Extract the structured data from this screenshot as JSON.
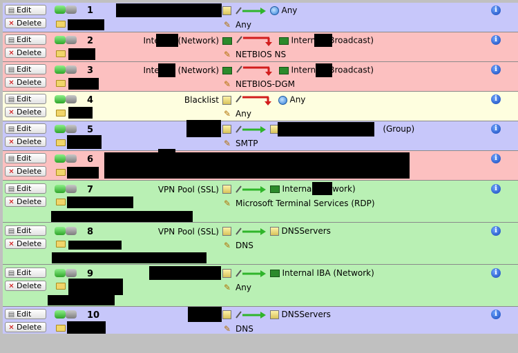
{
  "buttons": {
    "edit": "Edit",
    "delete": "Delete",
    "info": "i"
  },
  "icons": {
    "edit": "notepad-icon",
    "delete": "red-x-icon",
    "status": "toggle-icon",
    "group": "folder-icon",
    "service": "wrench-icon",
    "info": "info-icon",
    "host": "host-icon",
    "network": "network-icon",
    "any": "globe-icon"
  },
  "colors": {
    "allow": "#c7c7fa",
    "block": "#fcc0c0",
    "warn": "#fefedf",
    "vpn": "#b9f0b4",
    "arrow_allow": "#2fb52a",
    "arrow_block": "#d21d1d"
  },
  "rules": [
    {
      "num": "1",
      "source": "",
      "action": "allow",
      "destination": "Any",
      "dest_type": "any",
      "service": "Any"
    },
    {
      "num": "2",
      "source": "Internal (Network)",
      "action": "block",
      "destination": "Internal (Broadcast)",
      "dest_type": "network",
      "service": "NETBIOS NS"
    },
    {
      "num": "3",
      "source": "Internal (Network)",
      "action": "block",
      "destination": "Internal (Broadcast)",
      "dest_type": "network",
      "service": "NETBIOS-DGM"
    },
    {
      "num": "4",
      "source": "Blacklist",
      "action": "block",
      "destination": "Any",
      "dest_type": "any",
      "service": "Any"
    },
    {
      "num": "5",
      "source": "",
      "action": "allow",
      "destination": "(Group)",
      "dest_type": "host",
      "service": "SMTP"
    },
    {
      "num": "6",
      "source": "",
      "action": "",
      "destination": "",
      "dest_type": "",
      "service": ""
    },
    {
      "num": "7",
      "source": "VPN Pool (SSL)",
      "action": "allow",
      "destination": "Interna (Network)",
      "dest_type": "network",
      "service": "Microsoft Terminal Services (RDP)"
    },
    {
      "num": "8",
      "source": "VPN Pool (SSL)",
      "action": "allow",
      "destination": "DNSServers",
      "dest_type": "host",
      "service": "DNS"
    },
    {
      "num": "9",
      "source": "",
      "action": "allow",
      "destination": "Internal IBA (Network)",
      "dest_type": "network",
      "service": "Any"
    },
    {
      "num": "10",
      "source": "",
      "action": "allow",
      "destination": "DNSServers",
      "dest_type": "host",
      "service": "DNS"
    }
  ]
}
